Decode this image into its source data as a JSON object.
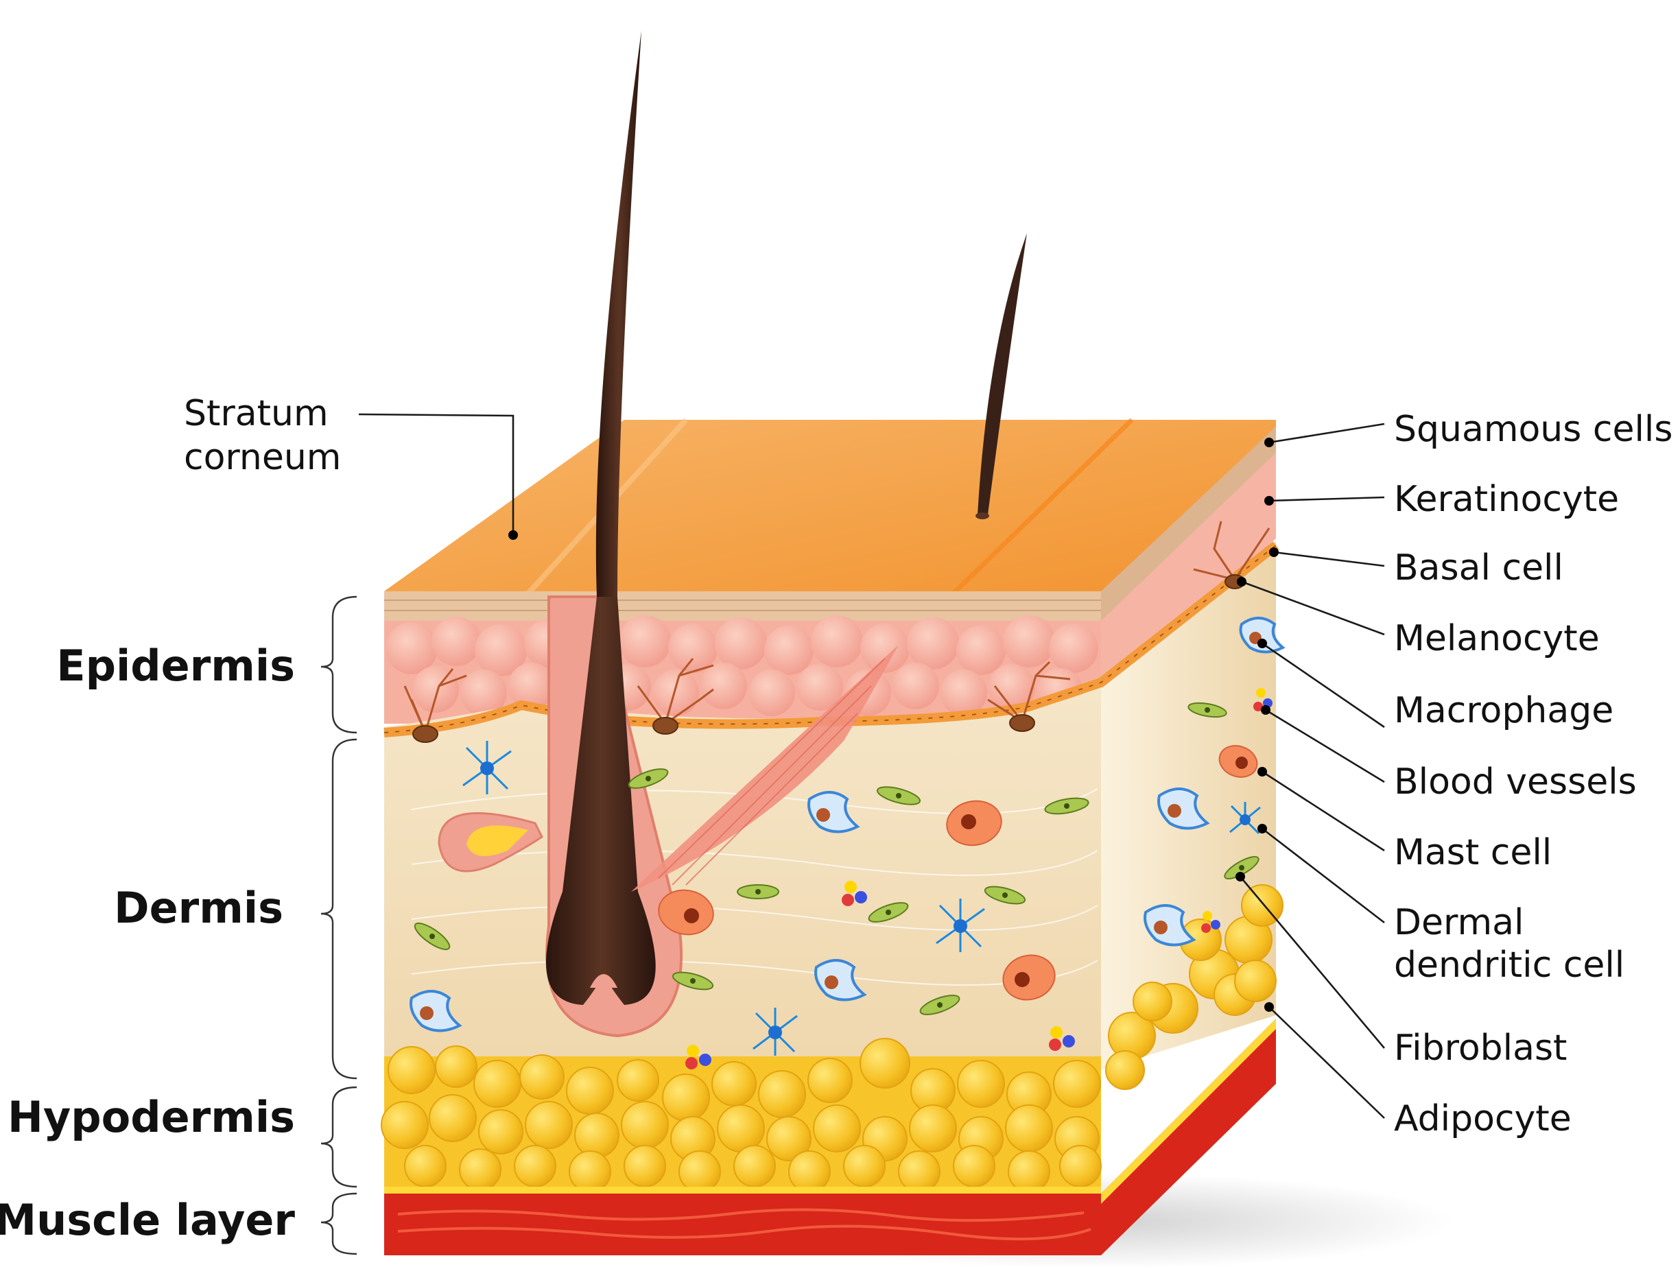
{
  "layers": [
    {
      "key": "epidermis",
      "label": "Epidermis"
    },
    {
      "key": "dermis",
      "label": "Dermis"
    },
    {
      "key": "hypodermis",
      "label": "Hypodermis"
    },
    {
      "key": "muscle",
      "label": "Muscle layer"
    }
  ],
  "callouts": {
    "stratum_corneum": {
      "line1": "Stratum",
      "line2": "corneum"
    },
    "right": [
      {
        "key": "squamous",
        "label": "Squamous cells"
      },
      {
        "key": "keratinocyte",
        "label": "Keratinocyte"
      },
      {
        "key": "basal",
        "label": "Basal cell"
      },
      {
        "key": "melanocyte",
        "label": "Melanocyte"
      },
      {
        "key": "macrophage",
        "label": "Macrophage"
      },
      {
        "key": "blood_vessels",
        "label": "Blood vessels"
      },
      {
        "key": "mast",
        "label": "Mast cell"
      },
      {
        "key": "dermal_dendritic",
        "label": "Dermal",
        "label2": "dendritic cell"
      },
      {
        "key": "fibroblast",
        "label": "Fibroblast"
      },
      {
        "key": "adipocyte",
        "label": "Adipocyte"
      }
    ]
  },
  "colors": {
    "top_surface": "#f5a44a",
    "epidermis": "#f6b0a0",
    "basal_layer": "#f39b3a",
    "dermis": "#f3e2c2",
    "fat": "#f7c52a",
    "muscle": "#d8261a",
    "hair": "#3a2118",
    "follicle": "#f0a090"
  }
}
